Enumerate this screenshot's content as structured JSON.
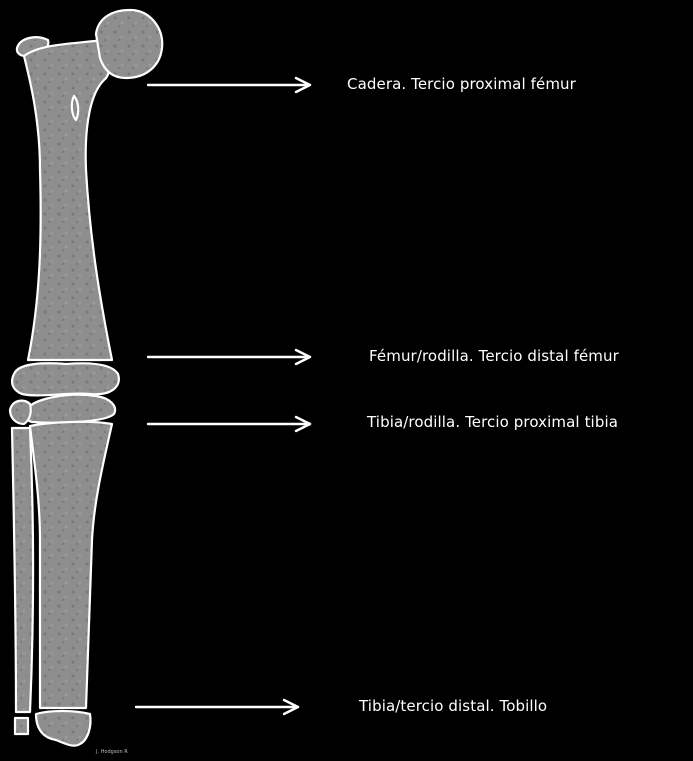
{
  "labels": [
    "Cadera. Tercio proximal fémur",
    "Fémur/rodilla. Tercio distal fémur",
    "Tibia/rodilla. Tercio proximal tibia",
    "Tibia/tercio distal. Tobillo"
  ],
  "credit": "J. Hodgson R",
  "colors": {
    "background": "#000000",
    "bone_fill": "#8c8c8c",
    "bone_outline": "#ffffff",
    "arrow": "#ffffff",
    "text": "#ffffff"
  }
}
